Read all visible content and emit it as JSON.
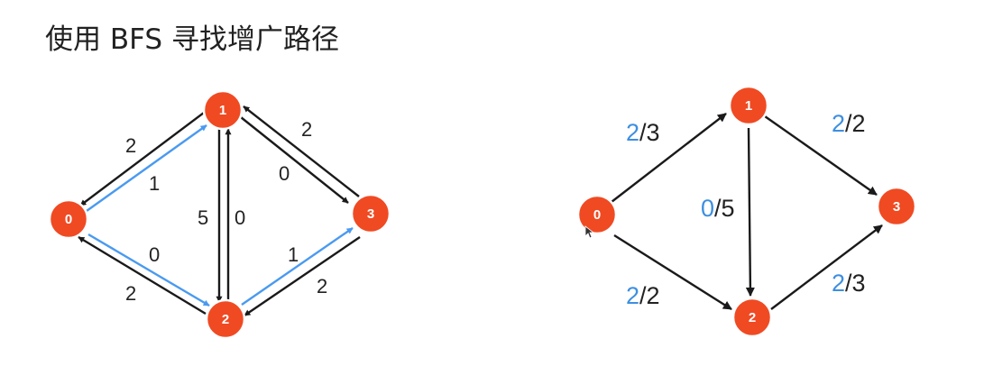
{
  "title": "使用 BFS 寻找增广路径",
  "colors": {
    "node_fill": "#f04a23",
    "node_stroke": "#ffffff",
    "edge": "#1a1a1a",
    "path": "#4a9af0",
    "flow_value": "#3d8fe0",
    "text": "#222222"
  },
  "residual_graph": {
    "nodes": [
      {
        "id": "n0",
        "label": "0"
      },
      {
        "id": "n1",
        "label": "1"
      },
      {
        "id": "n2",
        "label": "2"
      },
      {
        "id": "n3",
        "label": "3"
      }
    ],
    "edges": [
      {
        "id": "e-1-0",
        "from": "1",
        "to": "0",
        "label": "2",
        "highlight": false
      },
      {
        "id": "e-0-1",
        "from": "0",
        "to": "1",
        "label": "1",
        "highlight": true
      },
      {
        "id": "e-1-3",
        "from": "1",
        "to": "3",
        "label": "0",
        "highlight": false
      },
      {
        "id": "e-3-1",
        "from": "3",
        "to": "1",
        "label": "2",
        "highlight": false
      },
      {
        "id": "e-1-2",
        "from": "1",
        "to": "2",
        "label": "5",
        "highlight": false
      },
      {
        "id": "e-2-1",
        "from": "2",
        "to": "1",
        "label": "0",
        "highlight": false
      },
      {
        "id": "e-0-2",
        "from": "0",
        "to": "2",
        "label": "0",
        "highlight": true
      },
      {
        "id": "e-2-0",
        "from": "2",
        "to": "0",
        "label": "2",
        "highlight": false
      },
      {
        "id": "e-2-3",
        "from": "2",
        "to": "3",
        "label": "1",
        "highlight": true
      },
      {
        "id": "e-3-2",
        "from": "3",
        "to": "2",
        "label": "2",
        "highlight": false
      }
    ]
  },
  "flow_graph": {
    "nodes": [
      {
        "id": "m0",
        "label": "0"
      },
      {
        "id": "m1",
        "label": "1"
      },
      {
        "id": "m2",
        "label": "2"
      },
      {
        "id": "m3",
        "label": "3"
      }
    ],
    "edges": [
      {
        "id": "f-0-1",
        "flow": "2",
        "capacity": "/3"
      },
      {
        "id": "f-1-3",
        "flow": "2",
        "capacity": "/2"
      },
      {
        "id": "f-1-2",
        "flow": "0",
        "capacity": "/5"
      },
      {
        "id": "f-0-2",
        "flow": "2",
        "capacity": "/2"
      },
      {
        "id": "f-2-3",
        "flow": "2",
        "capacity": "/3"
      }
    ]
  }
}
